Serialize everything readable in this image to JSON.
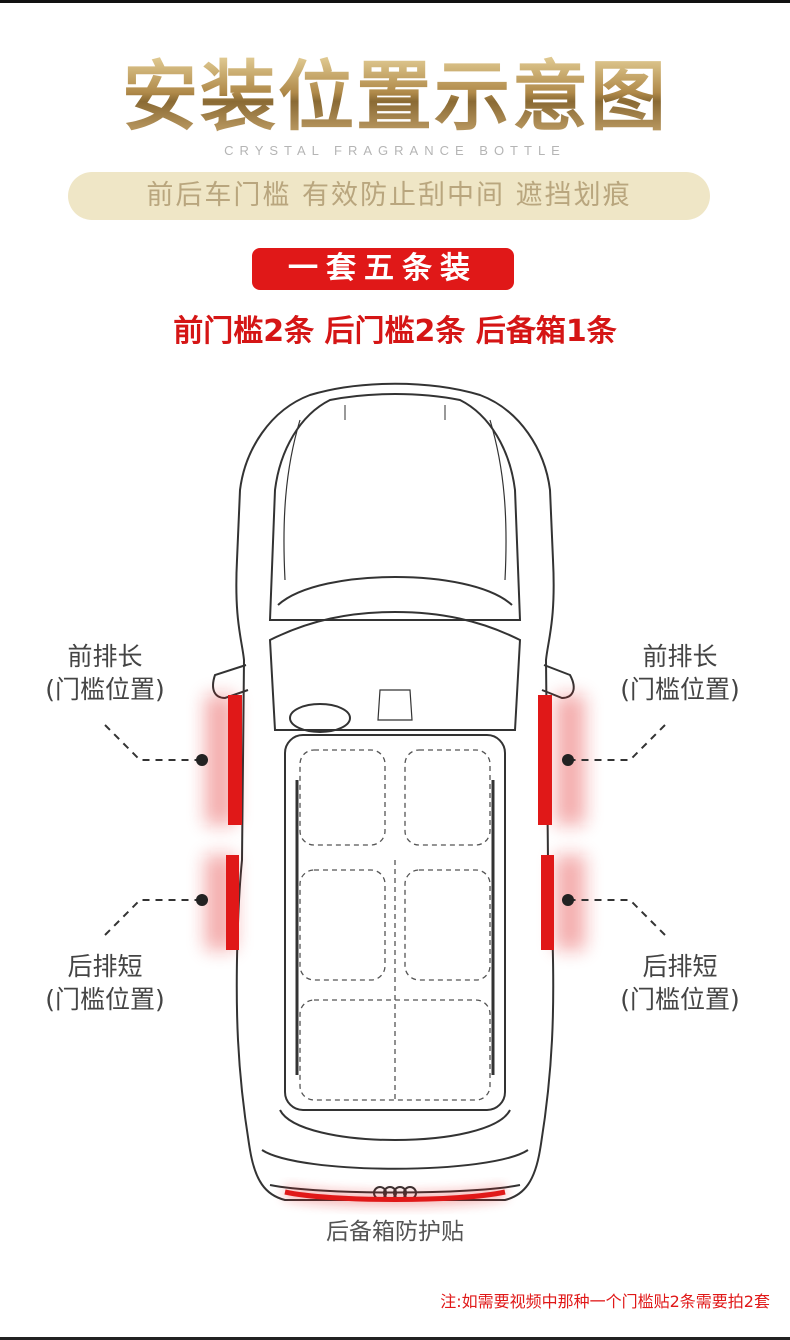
{
  "header": {
    "title": "安装位置示意图",
    "subtitle": "CRYSTAL FRAGRANCE BOTTLE",
    "tagline": "前后车门槛  有效防止刮中间  遮挡划痕"
  },
  "badge": {
    "label": "一套五条装"
  },
  "counts": {
    "text": "前门槛2条  后门槛2条  后备箱1条"
  },
  "labels": {
    "front_left": {
      "line1": "前排长",
      "line2": "(门槛位置)"
    },
    "front_right": {
      "line1": "前排长",
      "line2": "(门槛位置)"
    },
    "rear_left": {
      "line1": "后排短",
      "line2": "(门槛位置)"
    },
    "rear_right": {
      "line1": "后排短",
      "line2": "(门槛位置)"
    },
    "trunk": "后备箱防护贴"
  },
  "note": "注:如需要视频中那种一个门槛贴2条需要拍2套",
  "colors": {
    "accent_red": "#e01818",
    "gold": "#b08a4a",
    "tagline_bg": "#efe6c6"
  }
}
